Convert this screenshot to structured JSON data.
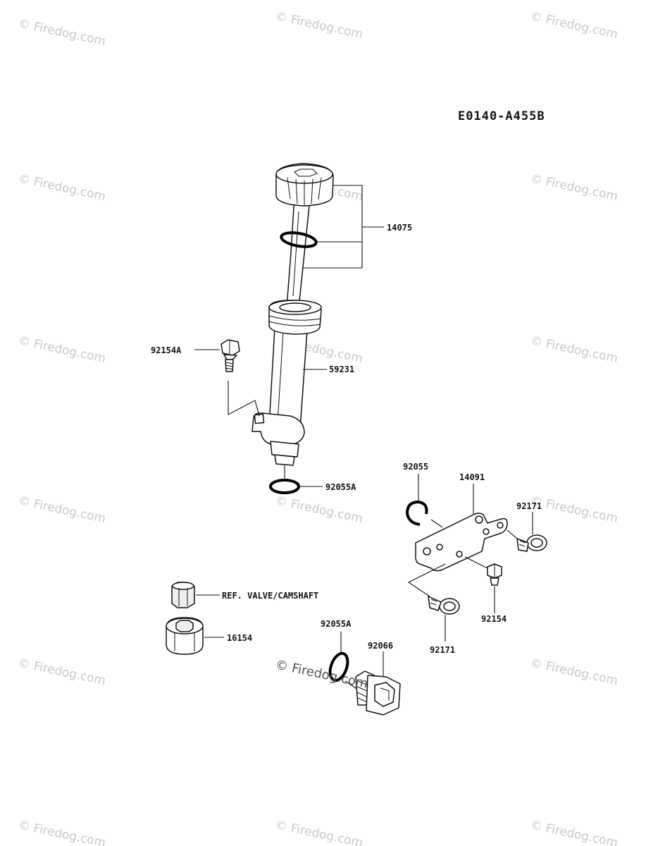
{
  "diagram_code": "E0140-A455B",
  "watermark": "© Firedog.com",
  "parts": {
    "p14075": "14075",
    "p59231": "59231",
    "p92154A": "92154A",
    "p92055A_top": "92055A",
    "p92055": "92055",
    "p14091": "14091",
    "p92171_right": "92171",
    "p92154": "92154",
    "p92171_bottom": "92171",
    "ref_valve": "REF. VALVE/CAMSHAFT",
    "p16154": "16154",
    "p92055A_bottom": "92055A",
    "p92066": "92066"
  }
}
